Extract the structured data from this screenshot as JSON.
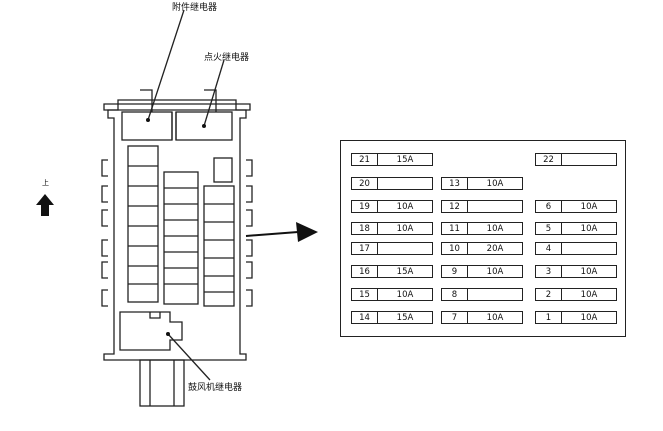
{
  "labels": {
    "accessory_relay": "附件继电器",
    "ignition_relay": "点火继电器",
    "blower_relay": "鼓风机继电器",
    "up": "上"
  },
  "fuses": [
    {
      "num": "21",
      "amp": "15A",
      "col": 0,
      "row": 0
    },
    {
      "num": "22",
      "amp": "",
      "col": 2,
      "row": 0
    },
    {
      "num": "20",
      "amp": "",
      "col": 0,
      "row": 1
    },
    {
      "num": "13",
      "amp": "10A",
      "col": 1,
      "row": 1
    },
    {
      "num": "19",
      "amp": "10A",
      "col": 0,
      "row": 2
    },
    {
      "num": "12",
      "amp": "",
      "col": 1,
      "row": 2
    },
    {
      "num": "6",
      "amp": "10A",
      "col": 2,
      "row": 2
    },
    {
      "num": "18",
      "amp": "10A",
      "col": 0,
      "row": 3
    },
    {
      "num": "11",
      "amp": "10A",
      "col": 1,
      "row": 3
    },
    {
      "num": "5",
      "amp": "10A",
      "col": 2,
      "row": 3
    },
    {
      "num": "17",
      "amp": "",
      "col": 0,
      "row": 4
    },
    {
      "num": "10",
      "amp": "20A",
      "col": 1,
      "row": 4
    },
    {
      "num": "4",
      "amp": "",
      "col": 2,
      "row": 4
    },
    {
      "num": "16",
      "amp": "15A",
      "col": 0,
      "row": 5
    },
    {
      "num": "9",
      "amp": "10A",
      "col": 1,
      "row": 5
    },
    {
      "num": "3",
      "amp": "10A",
      "col": 2,
      "row": 5
    },
    {
      "num": "15",
      "amp": "10A",
      "col": 0,
      "row": 6
    },
    {
      "num": "8",
      "amp": "",
      "col": 1,
      "row": 6
    },
    {
      "num": "2",
      "amp": "10A",
      "col": 2,
      "row": 6
    },
    {
      "num": "14",
      "amp": "15A",
      "col": 0,
      "row": 7
    },
    {
      "num": "7",
      "amp": "10A",
      "col": 1,
      "row": 7
    },
    {
      "num": "1",
      "amp": "10A",
      "col": 2,
      "row": 7
    }
  ]
}
